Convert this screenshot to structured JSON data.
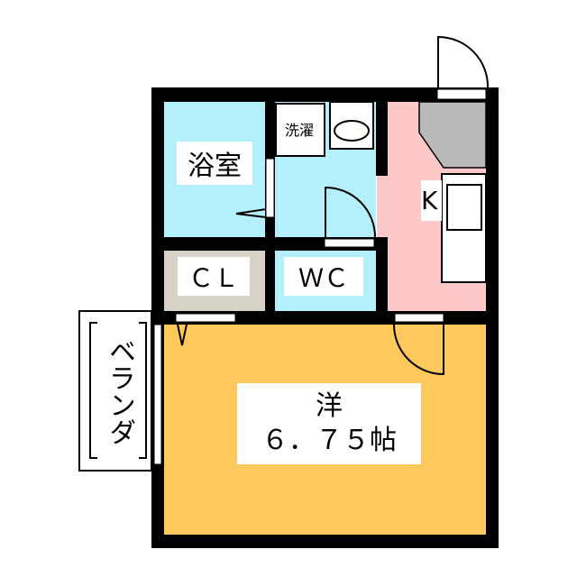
{
  "rooms": {
    "bath": {
      "label": "浴室",
      "color": "#b3f0fb"
    },
    "laundry": {
      "label": "洗濯"
    },
    "closet": {
      "label": "ＣＬ",
      "color": "#d6d3c6"
    },
    "toilet": {
      "label": "ＷＣ",
      "color": "#b3f0fb"
    },
    "kitchen": {
      "label": "K",
      "color": "#fcc8c8"
    },
    "western": {
      "label": "洋",
      "size": "６．７５帖",
      "color": "#fdc95c"
    },
    "veranda": {
      "label": "ベランダ"
    }
  },
  "colors": {
    "wall": "#000000",
    "counter": "#b9b9b9"
  }
}
